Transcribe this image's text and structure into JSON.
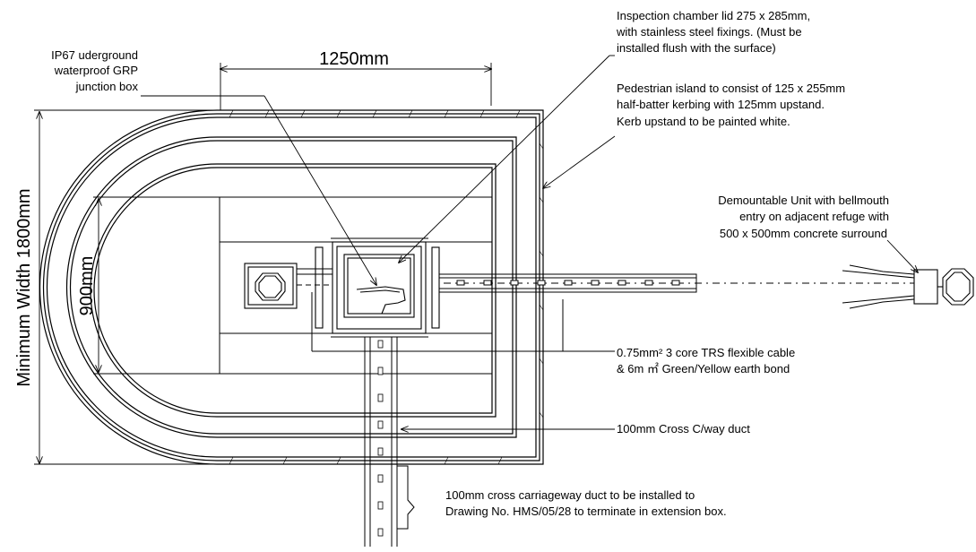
{
  "dimensions": {
    "width_label": "1250mm",
    "min_width_label": "Minimum Width 1800mm",
    "inner_label": "900mm"
  },
  "annotations": {
    "junction_box": [
      "IP67 uderground",
      "waterproof GRP",
      "junction box"
    ],
    "inspection_lid": [
      "Inspection chamber lid 275 x 285mm,",
      "with stainless steel fixings. (Must be",
      "installed flush with the surface)"
    ],
    "pedestrian_island": [
      "Pedestrian island to consist of 125 x 255mm",
      "half-batter kerbing with 125mm upstand.",
      "Kerb upstand to be painted white."
    ],
    "demountable_unit": [
      "Demountable Unit with bellmouth",
      "entry on adjacent refuge with",
      "500 x 500mm concrete surround"
    ],
    "cable": [
      "0.75mm² 3 core TRS flexible cable",
      "& 6m ㎡ Green/Yellow earth bond"
    ],
    "cross_duct": "100mm Cross C/way duct",
    "extension_note": [
      "100mm cross carriageway duct to be installed to",
      "Drawing No. HMS/05/28 to terminate in extension box."
    ]
  }
}
